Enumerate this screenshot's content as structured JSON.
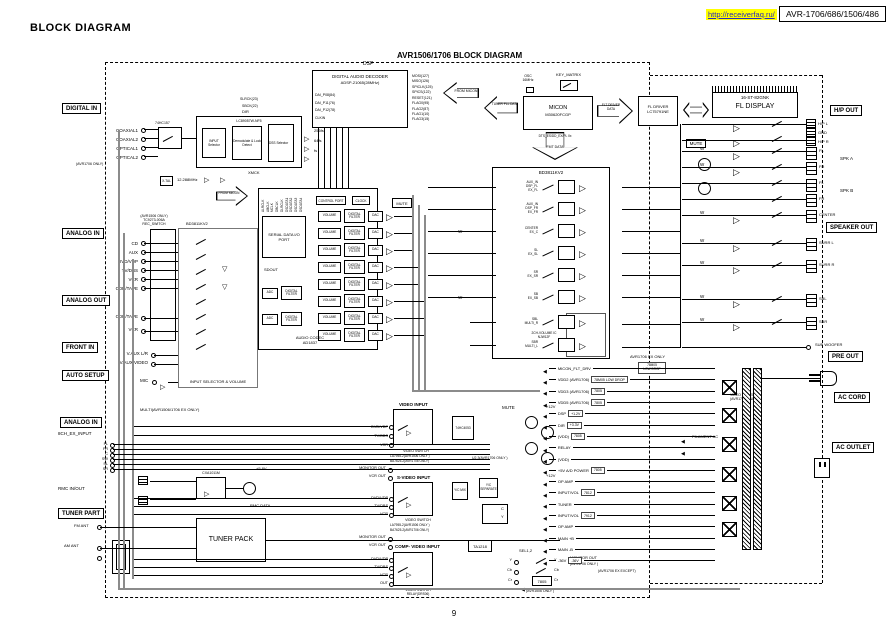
{
  "header": {
    "site_link": "http://receiverfaq.ru/",
    "model_badge": "AVR-1706/686/1506/486",
    "page_title": "BLOCK DIAGRAM",
    "diagram_title": "AVR1506/1706 BLOCK DIAGRAM",
    "page_number": "9"
  },
  "digital": {
    "label": "DIGITAL IN",
    "pins": [
      "COAXIAL1",
      "COAXIAL2",
      "OPTICAL1",
      "OPTICAL2"
    ],
    "note": "(AVR1706 ONLY)",
    "ic": "74HC157",
    "dir_label": "DIR",
    "dir_chip": "LC89057W-NF5",
    "blocks": [
      "INPUT Selector",
      "Demodulate & Lock Detect",
      "DSS Selector"
    ],
    "outputs": [
      "256fs",
      "64fs",
      "fs"
    ],
    "xtal": "X-TAL",
    "xtal_freq": "12.288MHz",
    "xmck": "XMCK",
    "sig1": "SLRCK(23)",
    "sig2": "SBCK(22)",
    "from_micon": "FROM MICON"
  },
  "dsp": {
    "label": "DSP",
    "title": "DIGITAL AUDIO DECODER",
    "chip": "ADSP-21065(28MHz)",
    "left_pins": [
      "DAI_P08(84)",
      "DAI_P11(76)",
      "DAI_P12(78)",
      "CLKIN"
    ],
    "right_pins": [
      "MOSI(127)",
      "MISO(126)",
      "SPICLK(125)",
      "SPICS(122)",
      "RESET(121)",
      "FLAG0(95)",
      "FLAG2(87)",
      "FLAG1(10)",
      "FLAG3(15)"
    ],
    "from_micon": "FROM MICON",
    "tuner_pll": "TUNER PLL DATA"
  },
  "codec": {
    "caption1": "AUDIO CODEC",
    "caption2": "AD1837",
    "serial": "SERIAL DATA I/O PORT",
    "control": "CONTROL PORT",
    "clock": "CLOCK",
    "sdout": "SDOUT",
    "mute": "MUTE",
    "top_pins": [
      "ALRCLK",
      "ABCLK",
      "MCLK",
      "DBCLK",
      "DLRCLK",
      "DSDATA1",
      "DSDATA2",
      "DSDATA3",
      "DSDATA4"
    ],
    "dac_rows": [
      {
        "v": "VOLUME",
        "f": "DIGITAL FILTER",
        "d": "DAC"
      },
      {
        "v": "VOLUME",
        "f": "DIGITAL FILTER",
        "d": "DAC"
      },
      {
        "v": "VOLUME",
        "f": "DIGITAL FILTER",
        "d": "DAC"
      },
      {
        "v": "VOLUME",
        "f": "DIGITAL FILTER",
        "d": "DAC"
      },
      {
        "v": "VOLUME",
        "f": "DIGITAL FILTER",
        "d": "DAC"
      },
      {
        "v": "VOLUME",
        "f": "DIGITAL FILTER",
        "d": "DAC"
      },
      {
        "v": "VOLUME",
        "f": "DIGITAL FILTER",
        "d": "DAC"
      },
      {
        "v": "VOLUME",
        "f": "DIGITAL FILTER",
        "d": "DAC"
      }
    ],
    "adc_rows": [
      {
        "a": "ADC",
        "f": "DIGITAL FILTER"
      },
      {
        "a": "ADC",
        "f": "DIGITAL FILTER"
      }
    ]
  },
  "selector": {
    "caption": "INPUT SELECTOR & VOLUME",
    "chip": "BD3811KV2",
    "rec1": "(AVR1506 ONLY)",
    "rec2": "TC9273-006A",
    "rec3": "REC_SWITCH",
    "multi": "MULTI(AVR1506/1706 EX ONLY)"
  },
  "analog": {
    "in_label": "ANALOG IN",
    "in_pins": [
      "CD",
      "AUX",
      "DVD/VDP",
      "TV/DBS",
      "VCR",
      "CDR/TAPE"
    ],
    "out_label": "ANALOG OUT",
    "out_pins": [
      "CDR/TAPE",
      "VCR"
    ],
    "front_label": "FRONT IN",
    "front_pins": [
      "V.AUX L/R",
      "V.AUX VIDEO"
    ],
    "auto_label": "AUTO SETUP",
    "mic": "MIC",
    "ex_label": "ANALOG IN",
    "ex_sub": "8CH_EX_INPUT",
    "ex_pins": [
      "FL",
      "FR",
      "C",
      "SW",
      "SL",
      "SR"
    ]
  },
  "bd3811": {
    "chip": "BD3811KV2",
    "rows": [
      {
        "s1": "AUX_IN",
        "s2": "DSP_FL",
        "s3": "EX_FL"
      },
      {
        "s1": "AUX_IN",
        "s2": "DSP_FR",
        "s3": "EX_FR"
      },
      {
        "s1": "CENTER",
        "s2": "EX_C",
        "s3": ""
      },
      {
        "s1": "SL",
        "s2": "EX_SL",
        "s3": ""
      },
      {
        "s1": "SR",
        "s2": "EX_SR",
        "s3": ""
      },
      {
        "s1": "SB",
        "s2": "EX_SB",
        "s3": ""
      }
    ],
    "sub_rows": [
      {
        "s1": "SBL",
        "s2": "MULTI_R"
      },
      {
        "s1": "SBR",
        "s2": "MULTI_L"
      }
    ],
    "sub_chip1": "2CH-VOLUME IC",
    "sub_chip2": "NJW12F",
    "mute": "MUTE"
  },
  "micon": {
    "name": "MICON",
    "chip": "M30620FCGP",
    "osc1": "OSC",
    "osc2": "16MHz",
    "key": "KEY_MATRIX",
    "flt1": "FLT DRIVER",
    "flt2": "DATA",
    "fmt1": "DTS_ES/DD_EX/PL IIx",
    "fmt2": "FMT DATA"
  },
  "fl": {
    "drv1": "FL DRIVER",
    "drv2": "LC75791NE",
    "model": "16-ST-82GNK",
    "name": "FL DISPLAY"
  },
  "out": {
    "hp_label": "H/P OUT",
    "hp": [
      "H/P L",
      "GND",
      "H/P R"
    ],
    "spka": "SPK A",
    "spkb": "SPK B",
    "fl": "FL",
    "fr": "FR",
    "center": "CENTER",
    "speaker": "SPEAKER OUT",
    "surl": "SURR L",
    "surr": "SURR R",
    "sbl": "SBL",
    "sbr": "SBR",
    "sw": "SUB WOOFER",
    "pre": "PRE OUT",
    "ac_cord": "AC CORD",
    "ac_outlet": "AC OUTLET"
  },
  "video": {
    "v_label": "VIDEO INPUT",
    "inputs": [
      "DVD/VDP",
      "TV/DBS",
      "VCR"
    ],
    "sw1": "VIDEO SWITCH",
    "sw2": "LA7955-2(AVR1506 ONLY )",
    "sw3": "BA7625-2(AVR1706 ONLY)",
    "mon": "MONITOR OUT",
    "vcr": "VCR OUT",
    "mux": "74HC4053",
    "mute": "MUTE",
    "p12": "+12V",
    "u23": "U2,3(AVR1706 ONLY )",
    "s_label": "S-VIDEO INPUT",
    "yc1": "Y/C MIX",
    "yc2": "Y/C SEPARATE",
    "c": "C",
    "y": "Y",
    "ta": "TA1218",
    "comp_label": "COMP- VIDEO INPUT",
    "comp_pins": [
      "DVD/VDP",
      "TV/DBS",
      "VCR",
      "OUT"
    ],
    "relay1": "VIDEO SWITCH",
    "relay2": "RELAY(DRS06)",
    "sel": "SEL1,2",
    "ycbcr": [
      "Y",
      "Cb",
      "Cr"
    ],
    "mon2": "MONITOR OUT",
    "mon2n": "(AVR1706 ONLY )",
    "n1506": "(AVR1506 ONLY )",
    "reg": "7805"
  },
  "power": {
    "ex": "AVR1706 EX ONLY",
    "reg_top1": "78M05",
    "reg_top2": "LOW DROP",
    "filament": "FILAMENT AC",
    "vp1": "VIDEO POWER",
    "vp2": "(AVR1706 ONLY)",
    "except": "(AVR1706 EX EXCEPT)",
    "rails": [
      {
        "label": "MICON_FLT_DRV",
        "reg": ""
      },
      {
        "label": "VDD2 (AVR1706)",
        "reg": "78M05 LOW DROP"
      },
      {
        "label": "VDD3 (AVR1706)",
        "reg": "7805"
      },
      {
        "label": "VDD5 (AVR1706)",
        "reg": "7805"
      },
      {
        "label": "DSP",
        "reg": "+1.2V"
      },
      {
        "label": "DIR",
        "reg": "+3.3V"
      },
      {
        "label": "(VDD)",
        "reg": "7805"
      },
      {
        "label": "RELAY",
        "reg": ""
      },
      {
        "label": "(VDD)",
        "reg": ""
      },
      {
        "label": "+5V  A/D POWER",
        "reg": "7805"
      },
      {
        "label": "OP AMP",
        "reg": ""
      },
      {
        "label": "INPUT/VOL",
        "reg": "7812"
      },
      {
        "label": "TUNER",
        "reg": ""
      },
      {
        "label": "INPUT/VOL",
        "reg": "7912"
      },
      {
        "label": "OP AMP",
        "reg": ""
      },
      {
        "label": "MAIN +B",
        "reg": ""
      },
      {
        "label": "MAIN -B",
        "reg": ""
      },
      {
        "label": "-36V",
        "reg": "-36V"
      }
    ]
  },
  "tuner": {
    "part": "TUNER PART",
    "fm": "FM ANT",
    "am": "AM ANT",
    "pack": "TUNER PACK",
    "rmc": "RMC IN/OUT",
    "ic": "CXA1011M",
    "volt": "+5.8V",
    "data": "RMC DATA"
  },
  "misc": {
    "res": "W"
  }
}
